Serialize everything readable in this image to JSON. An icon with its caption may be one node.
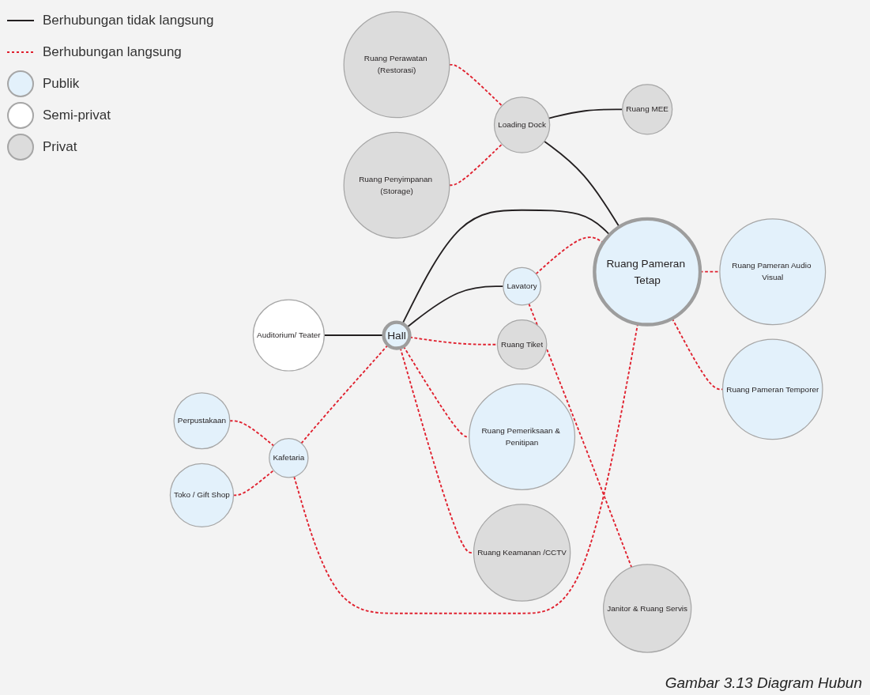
{
  "diagram": {
    "caption": "Gambar 3.13 Diagram Hubun",
    "nodes": [
      {
        "text": [
          "Auditorium/ Teater"
        ]
      },
      {
        "text": [
          "Perpustakaan"
        ]
      },
      {
        "text": [
          "Toko / Gift Shop"
        ]
      },
      {
        "text": [
          "Ruang Perawatan (Restorasi)"
        ]
      },
      {
        "text": [
          "Ruang Penyimpanan (Storage)"
        ]
      },
      {
        "text": [
          "Kafetaria"
        ]
      },
      {
        "text": [
          "Loading Dock"
        ]
      },
      {
        "text": [
          "Ruang MEE"
        ]
      },
      {
        "text": [
          "Hall"
        ]
      },
      {
        "text": [
          "Ruang Pameran Tetap"
        ]
      },
      {
        "text": [
          "Ruang Pameran Audio Visual"
        ]
      },
      {
        "text": [
          "Lavatory"
        ]
      },
      {
        "text": [
          "Ruang Tiket"
        ]
      },
      {
        "text": [
          "Ruang Pemeriksaan & Penitipan"
        ]
      },
      {
        "text": [
          "Ruang Keamanan /CCTV"
        ]
      },
      {
        "text": [
          "Janitor & Ruang Servis"
        ]
      },
      {
        "text": [
          "Ruang Pameran Temporer"
        ]
      }
    ],
    "edges": [
      {
        "from": 0,
        "to": 8,
        "arrow": "none",
        "color": "#231f20"
      },
      {
        "from": 1,
        "to": 5,
        "arrow": "none",
        "style": "dashed"
      },
      {
        "from": 2,
        "to": 5,
        "arrow": "none",
        "style": "dashed"
      },
      {
        "from": 5,
        "to": 8,
        "arrow": "none",
        "style": "dashed"
      },
      {
        "from": 5,
        "to": 9,
        "arrow": "none",
        "style": "dashed"
      },
      {
        "from": 3,
        "to": 6,
        "arrow": "none",
        "style": "dashed"
      },
      {
        "from": 4,
        "to": 6,
        "arrow": "none",
        "style": "dashed"
      },
      {
        "from": 6,
        "to": 7,
        "arrow": "none",
        "color": "#231f20"
      },
      {
        "from": 6,
        "to": 9,
        "arrow": "none",
        "color": "#231f20"
      },
      {
        "from": 8,
        "to": 9,
        "arrow": "none",
        "color": "#231f20"
      },
      {
        "from": 8,
        "to": 11,
        "arrow": "none",
        "color": "#231f20"
      },
      {
        "from": 9,
        "to": 10,
        "arrow": "none",
        "style": "dashed"
      },
      {
        "from": 11,
        "to": 9,
        "arrow": "none",
        "style": "dashed"
      },
      {
        "from": 11,
        "to": 15,
        "arrow": "none",
        "style": "dashed"
      },
      {
        "from": 9,
        "to": 16,
        "arrow": "none",
        "style": "dashed"
      },
      {
        "from": 8,
        "to": 12,
        "arrow": "none",
        "style": "dashed"
      },
      {
        "from": 8,
        "to": 13,
        "arrow": "none",
        "style": "dashed"
      },
      {
        "from": 8,
        "to": 14,
        "arrow": "none",
        "style": "dashed"
      }
    ],
    "legend": [
      {
        "text": "Berhubungan tidak langsung"
      },
      {
        "text": "Berhubungan langsung"
      },
      {
        "text": "Publik",
        "color": "#e3f1fb"
      },
      {
        "text": "Semi-privat",
        "color": "#ffffff"
      },
      {
        "text": "Privat",
        "color": "#dcdcdc"
      }
    ]
  }
}
